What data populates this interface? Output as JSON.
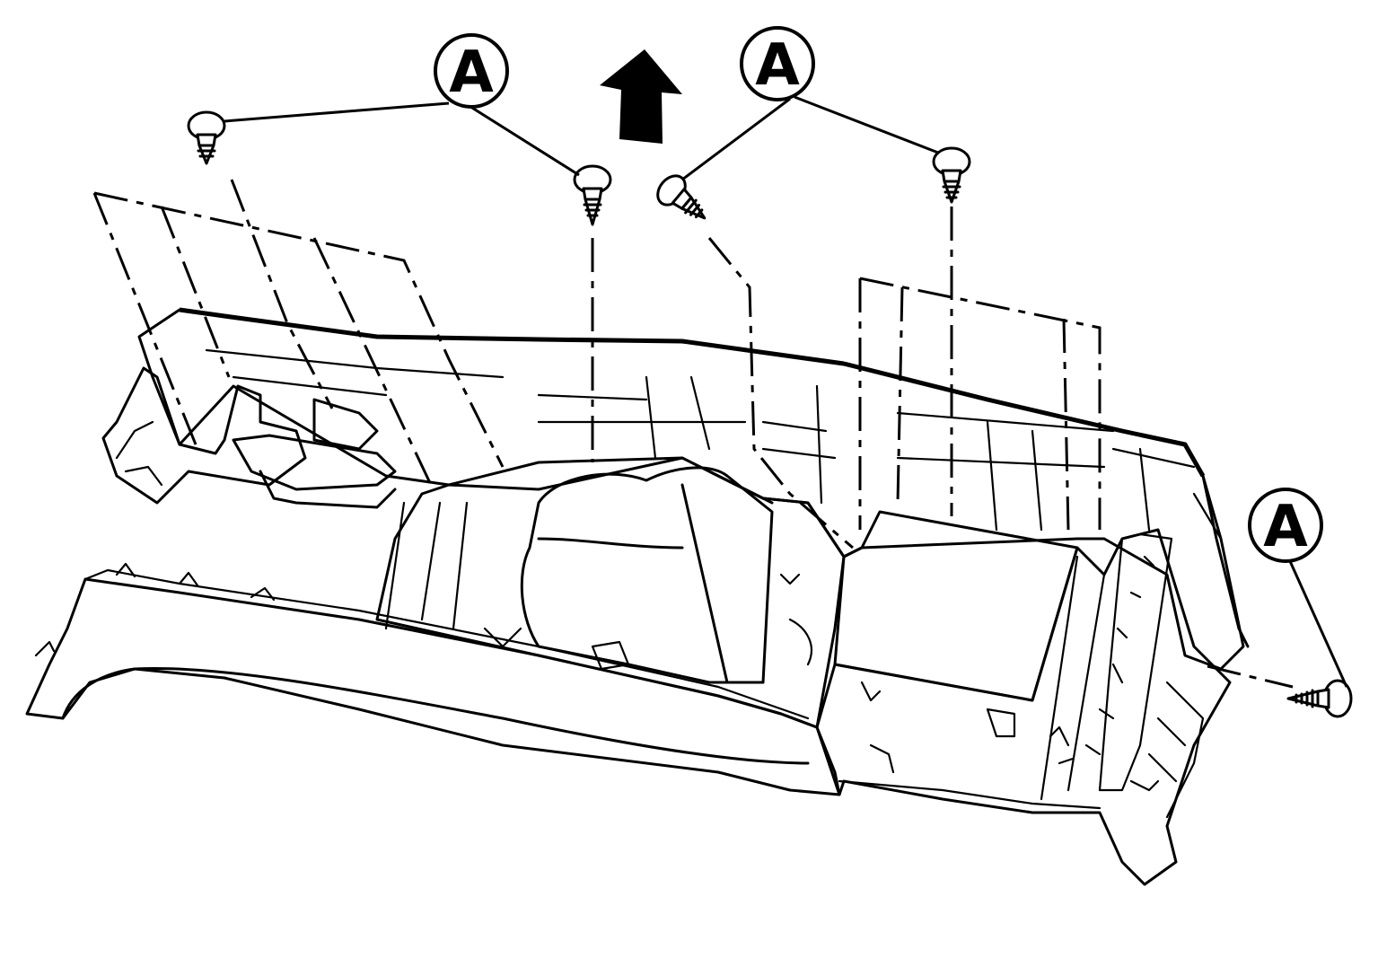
{
  "diagram": {
    "callouts": [
      {
        "id": "callout-a-1",
        "label": "A"
      },
      {
        "id": "callout-a-2",
        "label": "A"
      },
      {
        "id": "callout-a-3",
        "label": "A"
      }
    ],
    "colors": {
      "ink": "#000000",
      "paper": "#ffffff"
    },
    "icons": [
      "screw-icon",
      "up-arrow-icon"
    ]
  }
}
